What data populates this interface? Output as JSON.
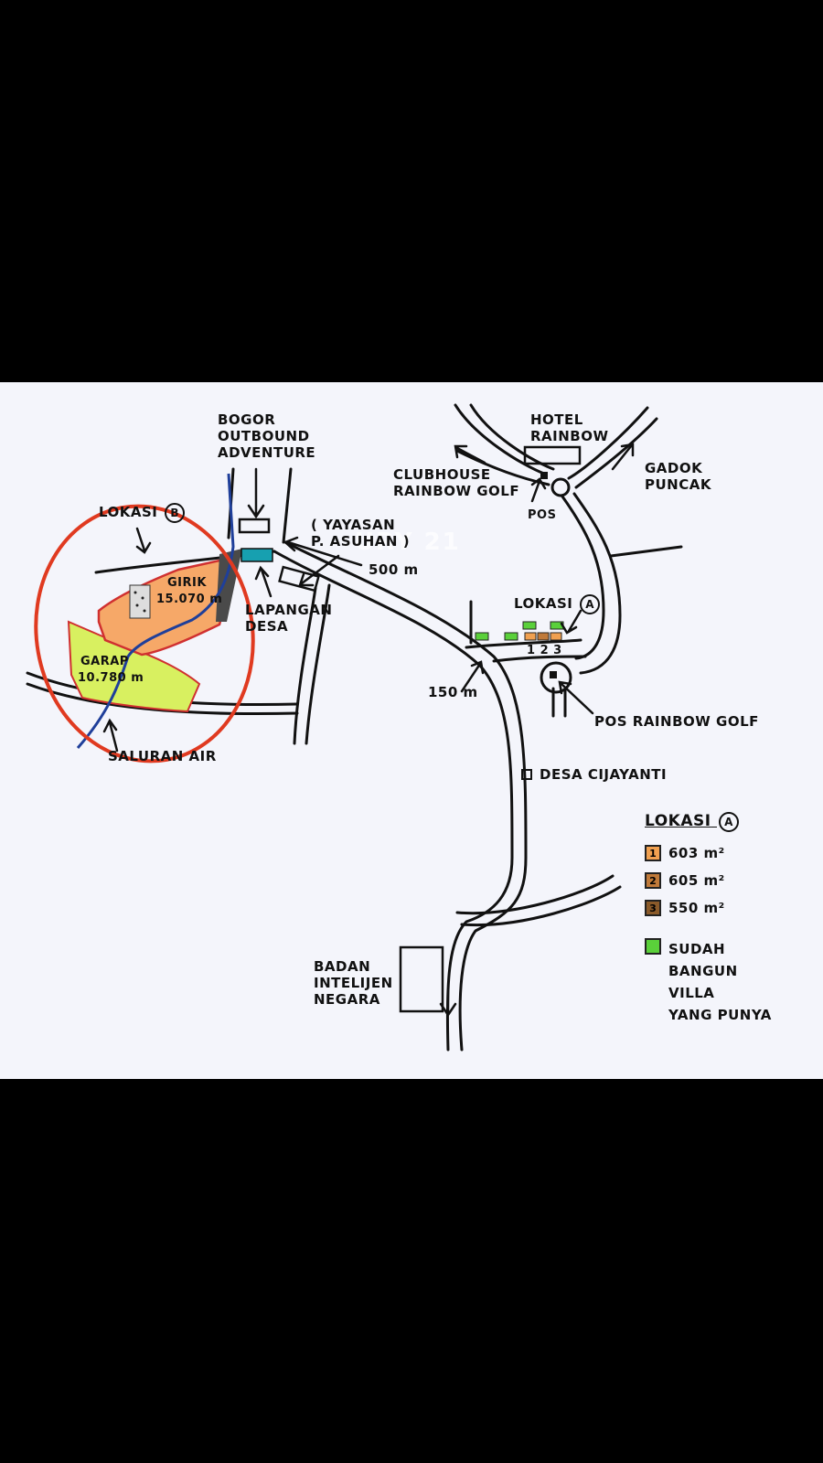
{
  "watermark": "URY 21",
  "labels": {
    "bogor_outbound": [
      "BOGOR",
      "OUTBOUND",
      "ADVENTURE"
    ],
    "hotel_rainbow": [
      "HOTEL",
      "RAINBOW"
    ],
    "gadok_puncak": [
      "GADOK",
      "PUNCAK"
    ],
    "clubhouse": [
      "CLUBHOUSE",
      "RAINBOW GOLF"
    ],
    "pos": "POS",
    "lokasi_b": "LOKASI",
    "lokasi_b_mark": "B",
    "yayasan": [
      "( YAYASAN",
      "P. ASUHAN )"
    ],
    "distance_500": "500 m",
    "girik": "GIRIK",
    "girik_area": "15.070 m",
    "lapangan": [
      "LAPANGAN",
      "DESA"
    ],
    "lokasi_a": "LOKASI",
    "lokasi_a_mark": "A",
    "plot_numbers": "1 2 3",
    "garap": "GARAP",
    "garap_area": "10.780 m",
    "distance_150": "150 m",
    "pos_rainbow_golf": "POS RAINBOW GOLF",
    "saluran_air": "SALURAN AIR",
    "desa_cijayanti": "DESA CIJAYANTI",
    "bin": [
      "BADAN",
      "INTELIJEN",
      "NEGARA"
    ]
  },
  "legend": {
    "title": "LOKASI",
    "title_mark": "A",
    "items": [
      {
        "mark": "1",
        "label": "603 m²",
        "color": "#f0a050"
      },
      {
        "mark": "2",
        "label": "605 m²",
        "color": "#c07a3a"
      },
      {
        "mark": "3",
        "label": "550 m²",
        "color": "#8a5a2a"
      }
    ],
    "green_label": [
      "SUDAH",
      "BANGUN",
      "VILLA",
      "YANG PUNYA"
    ],
    "green_color": "#5ad03a"
  },
  "colors": {
    "circle": "#e03a20",
    "parcel_orange": "#f6a868",
    "parcel_yellow": "#d8f060",
    "river": "#1f3f9a",
    "lapangan": "#17a0b0"
  }
}
